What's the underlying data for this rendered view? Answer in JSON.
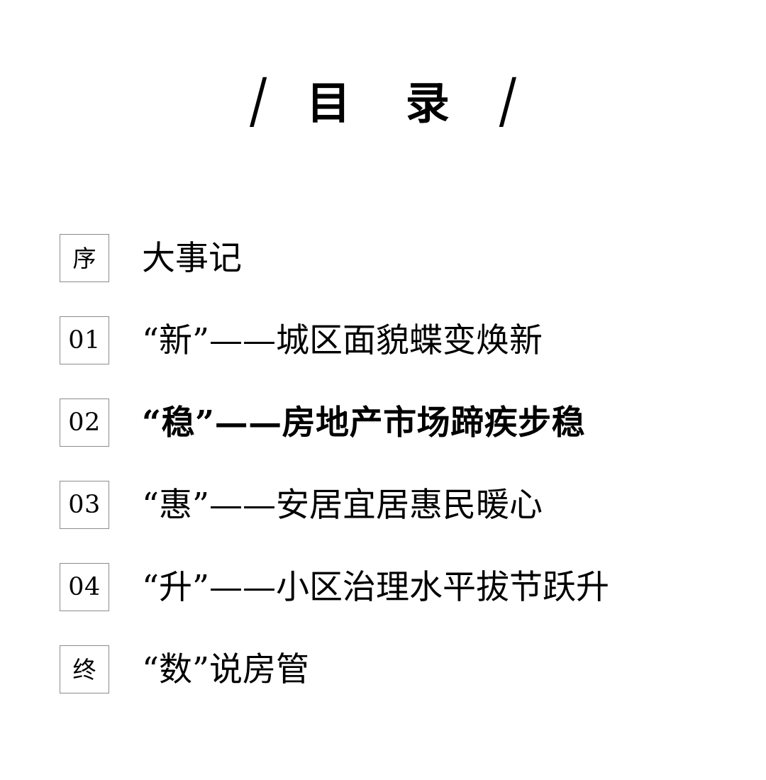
{
  "document": {
    "background_color": "#ffffff",
    "text_color": "#000000",
    "badge_border_color": "#8c8c8c"
  },
  "header": {
    "slash_left": "/",
    "title": "目 录",
    "slash_right": "/"
  },
  "toc": {
    "items": [
      {
        "marker": "序",
        "marker_type": "cjk",
        "label": "大事记",
        "active": false
      },
      {
        "marker": "01",
        "marker_type": "number",
        "label": "“新”——城区面貌蝶变焕新",
        "active": false
      },
      {
        "marker": "02",
        "marker_type": "number",
        "label": "“稳”——房地产市场蹄疾步稳",
        "active": true
      },
      {
        "marker": "03",
        "marker_type": "number",
        "label": "“惠”——安居宜居惠民暖心",
        "active": false
      },
      {
        "marker": "04",
        "marker_type": "number",
        "label": "“升”——小区治理水平拔节跃升",
        "active": false
      },
      {
        "marker": "终",
        "marker_type": "cjk",
        "label": "“数”说房管",
        "active": false
      }
    ]
  }
}
